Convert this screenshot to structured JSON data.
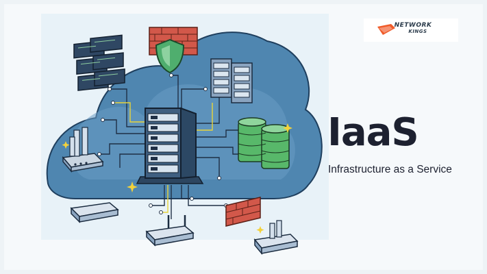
{
  "title": "IaaS",
  "subtitle": "Infrastructure as a Service",
  "logo": {
    "line1": "NETWORK",
    "line2": "KINGS",
    "icon": "network-kings-logo"
  },
  "colors": {
    "cloud": "#4f86b0",
    "cloud_dark": "#2e5f88",
    "firewall": "#d2584a",
    "shield": "#4fae6e",
    "database": "#58b86a",
    "logo_accent": "#f05a28"
  }
}
